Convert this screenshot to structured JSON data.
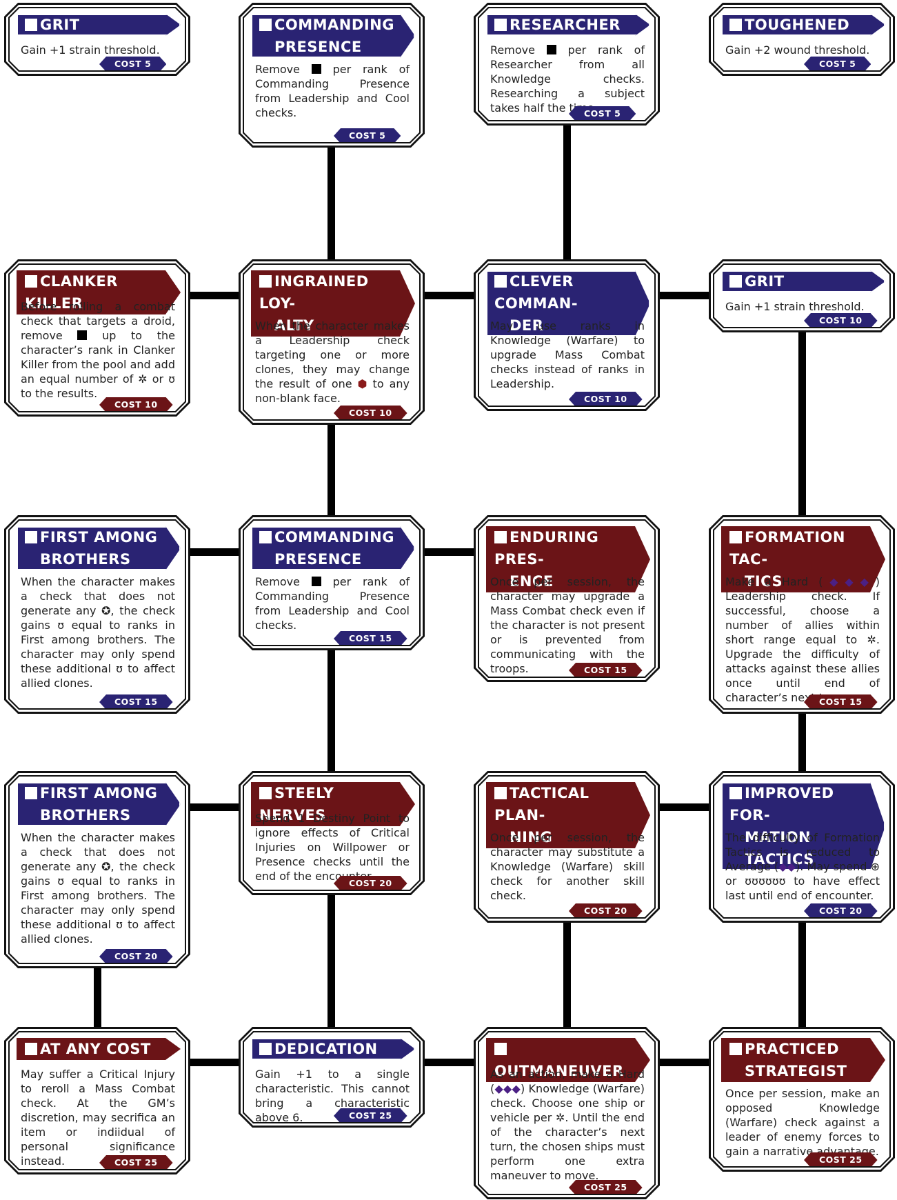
{
  "colors": {
    "blue": "#2a2373",
    "red": "#6b1417",
    "line": "#000000"
  },
  "cards": [
    {
      "id": "r1c1",
      "color": "blue",
      "title": [
        "GRIT"
      ],
      "desc": "Gain +1 strain threshold.",
      "cost": "COST 5"
    },
    {
      "id": "r1c2",
      "color": "blue",
      "title": [
        "COMMANDING",
        "PRESENCE"
      ],
      "desc": "Remove ■ per rank of Commanding Presence from Leadership and Cool checks.",
      "cost": "COST 5"
    },
    {
      "id": "r1c3",
      "color": "blue",
      "title": [
        "RESEARCHER"
      ],
      "desc": "Remove ■ per rank of Researcher from all Knowledge checks. Researching a subject takes half the time.",
      "cost": "COST 5"
    },
    {
      "id": "r1c4",
      "color": "blue",
      "title": [
        "TOUGHENED"
      ],
      "desc": "Gain +2 wound threshold.",
      "cost": "COST 5"
    },
    {
      "id": "r2c1",
      "color": "red",
      "title": [
        "CLANKER KILLER"
      ],
      "desc": "Before rolling a combat check that targets a droid, remove ■ up to the character’s rank in Clanker Killer from the pool and add an equal number of ✲ or ʊ to the results.",
      "cost": "COST 10"
    },
    {
      "id": "r2c2",
      "color": "red",
      "title": [
        "INGRAINED LOY-",
        "ALTY"
      ],
      "desc": "When the character makes a Leadership check targeting one or more clones, they may change the result of one ⬢ to any non-blank face.",
      "cost": "COST 10"
    },
    {
      "id": "r2c3",
      "color": "blue",
      "title": [
        "CLEVER COMMAN-",
        "DER"
      ],
      "desc": "May use ranks in Knowledge (Warfare) to upgrade Mass Combat checks instead of ranks in Leadership.",
      "cost": "COST 10"
    },
    {
      "id": "r2c4",
      "color": "blue",
      "title": [
        "GRIT"
      ],
      "desc": "Gain +1 strain threshold.",
      "cost": "COST 10"
    },
    {
      "id": "r3c1",
      "color": "blue",
      "title": [
        "FIRST AMONG",
        "BROTHERS"
      ],
      "desc": "When the character makes a check that does not generate any ✪, the check gains ʊ equal to ranks in First among brothers. The character may only spend these additional ʊ to affect allied clones.",
      "cost": "COST 15"
    },
    {
      "id": "r3c2",
      "color": "blue",
      "title": [
        "COMMANDING",
        "PRESENCE"
      ],
      "desc": "Remove ■ per rank of Commanding Presence from Leadership and Cool checks.",
      "cost": "COST 15"
    },
    {
      "id": "r3c3",
      "color": "red",
      "title": [
        "ENDURING PRES-",
        "ENCE"
      ],
      "desc": "Once per session, the character may upgrade a Mass Combat check even if the character is not present or is prevented from communicating with the troops.",
      "cost": "COST 15"
    },
    {
      "id": "r3c4",
      "color": "red",
      "title": [
        "FORMATION TAC-",
        "TICS"
      ],
      "desc": "Make a Hard (◆◆◆) Leadership check. If successful, choose a number of allies within short range equal to ✲. Upgrade the difficulty of attacks against these allies once until end of character’s next turn.",
      "cost": "COST 15"
    },
    {
      "id": "r4c1",
      "color": "blue",
      "title": [
        "FIRST AMONG",
        "BROTHERS"
      ],
      "desc": "When the character makes a check that does not generate any ✪, the check gains ʊ equal to ranks in First among brothers. The character may only spend these additional ʊ to affect allied clones.",
      "cost": "COST 20"
    },
    {
      "id": "r4c2",
      "color": "red",
      "title": [
        "STEELY NERVES"
      ],
      "desc": "Spend 1 Destiny Point to ignore effects of Critical Injuries on Willpower or Presence checks until the end of the encounter.",
      "cost": "COST 20"
    },
    {
      "id": "r4c3",
      "color": "red",
      "title": [
        "TACTICAL PLAN-",
        "NING"
      ],
      "desc": "Once per session, the character may substitute a Knowledge (Warfare) skill check for another skill check.",
      "cost": "COST 20"
    },
    {
      "id": "r4c4",
      "color": "blue",
      "title": [
        "IMPROVED FOR-",
        "MATION TACTICS"
      ],
      "desc": "The difficulty of Formation Tactics is reduced to Average (◆◆). May spend ⊕ or ʊʊʊʊʊʊ to have effect last until end of encounter.",
      "cost": "COST 20"
    },
    {
      "id": "r5c1",
      "color": "red",
      "title": [
        "AT ANY COST"
      ],
      "desc": "May suffer a Critical Injury to reroll a Mass Combat check. At the GM’s discretion, may secrifica an item or indiidual of personal significance instead.",
      "cost": "COST 25"
    },
    {
      "id": "r5c2",
      "color": "blue",
      "title": [
        "DEDICATION"
      ],
      "desc": "Gain +1 to a single characteristic. This cannot bring a characteristic above 6.",
      "cost": "COST 25"
    },
    {
      "id": "r5c3",
      "color": "red",
      "title": [
        "OUTMANEUVER"
      ],
      "desc": "As an action, make a Hard (◆◆◆) Knowledge (Warfare) check. Choose one ship or vehicle per ✲. Until the end of the character’s next turn, the chosen ships must perform one extra maneuver to move.",
      "cost": "COST 25"
    },
    {
      "id": "r5c4",
      "color": "red",
      "title": [
        "PRACTICED",
        "STRATEGIST"
      ],
      "desc": "Once per session, make an opposed Knowledge (Warfare) check against a leader of enemy forces to gain a narrative advantage.",
      "cost": "COST 25"
    }
  ]
}
